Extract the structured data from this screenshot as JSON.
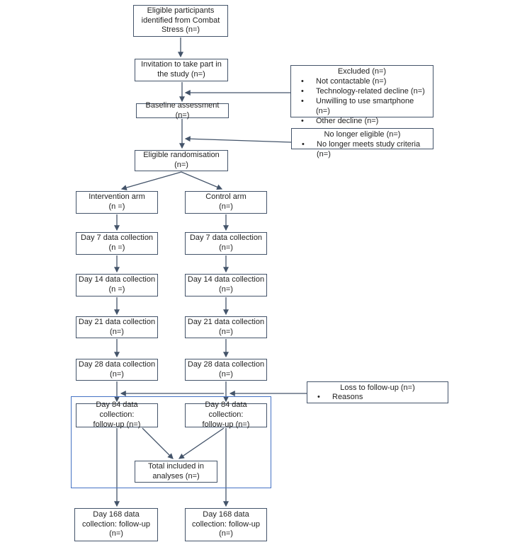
{
  "flow": {
    "eligible_participants": "Eligible participants\nidentified from Combat\nStress (n=)",
    "invitation": "Invitation to take part in\nthe study (n=)",
    "baseline": "Baseline assessment (n=)",
    "excluded": {
      "title": "Excluded (n=)",
      "items": [
        "Not contactable (n=)",
        "Technology-related decline (n=)",
        "Unwilling to use smartphone (n=)",
        "Other decline (n=)"
      ]
    },
    "no_longer_eligible": {
      "title": "No longer eligible (n=)",
      "items": [
        "No longer meets study criteria (n=)"
      ]
    },
    "eligible_randomisation": "Eligible randomisation\n(n=)",
    "intervention_arm": "Intervention arm\n(n =)",
    "control_arm": "Control arm\n(n=)",
    "day7_left": "Day 7 data collection\n(n =)",
    "day7_right": "Day 7 data collection\n(n=)",
    "day14_left": "Day 14 data collection\n(n =)",
    "day14_right": "Day 14 data collection\n(n=)",
    "day21_left": "Day 21 data collection\n(n=)",
    "day21_right": "Day 21 data collection\n(n=)",
    "day28_left": "Day 28 data collection\n(n=)",
    "day28_right": "Day 28 data collection\n(n=)",
    "day84_left": "Day 84 data collection:\nfollow-up (n=)",
    "day84_right": "Day 84 data collection:\nfollow-up (n=)",
    "loss_to_followup": {
      "title": "Loss to follow-up (n=)",
      "items": [
        "Reasons"
      ]
    },
    "total_analyses": "Total included in\nanalyses (n=)",
    "day168_left": "Day 168 data\ncollection: follow-up\n(n=)",
    "day168_right": "Day 168 data\ncollection: follow-up\n(n=)",
    "bullet_char": "•",
    "colors": {
      "box_border": "#44546A",
      "connector": "#44546A",
      "analysis_rect_border": "#4472C4",
      "text": "#1f1f1f",
      "background": "#ffffff"
    }
  }
}
